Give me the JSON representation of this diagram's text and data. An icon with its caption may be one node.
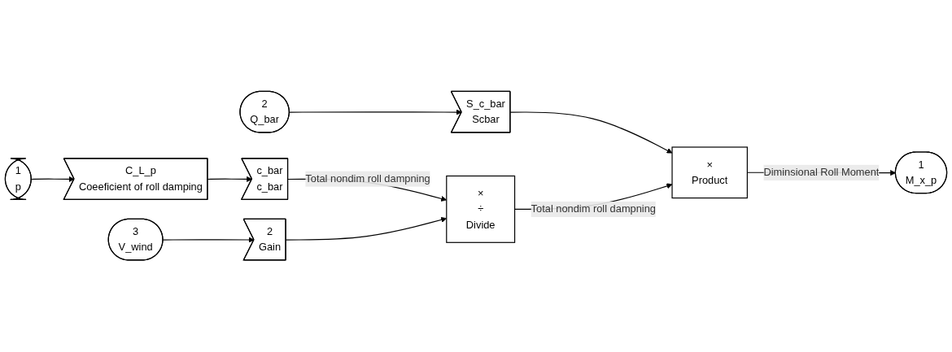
{
  "diagram": {
    "nodes": [
      {
        "text": [
          "2",
          "Q_bar"
        ]
      },
      {
        "text": [
          "S_c_bar",
          "Scbar"
        ]
      },
      {
        "text": [
          "×",
          "Product"
        ]
      },
      {
        "text": [
          "1",
          "M_x_p"
        ]
      },
      {
        "text": [
          "1",
          "p"
        ]
      },
      {
        "text": [
          "C_L_p",
          "Coeeficient of roll damping"
        ]
      },
      {
        "text": [
          "c_bar",
          "c_bar"
        ]
      },
      {
        "text": [
          "×",
          "÷",
          "Divide"
        ]
      },
      {
        "text": [
          "3",
          "V_wind"
        ]
      },
      {
        "text": [
          "2",
          "Gain"
        ]
      }
    ],
    "edges": [
      {
        "from": 0,
        "to": 1,
        "arrow": "to"
      },
      {
        "from": 1,
        "to": 2,
        "arrow": "to"
      },
      {
        "from": 2,
        "to": 3,
        "arrow": "to",
        "label": "Diminsional Roll Moment"
      },
      {
        "from": 4,
        "to": 5,
        "arrow": "to"
      },
      {
        "from": 5,
        "to": 6,
        "arrow": "to"
      },
      {
        "from": 6,
        "to": 7,
        "arrow": "to",
        "label": "Total nondim roll dampning"
      },
      {
        "from": 7,
        "to": 2,
        "arrow": "to",
        "label": "Total nondim roll dampning"
      },
      {
        "from": 8,
        "to": 9,
        "arrow": "to"
      },
      {
        "from": 9,
        "to": 7,
        "arrow": "to"
      }
    ]
  }
}
